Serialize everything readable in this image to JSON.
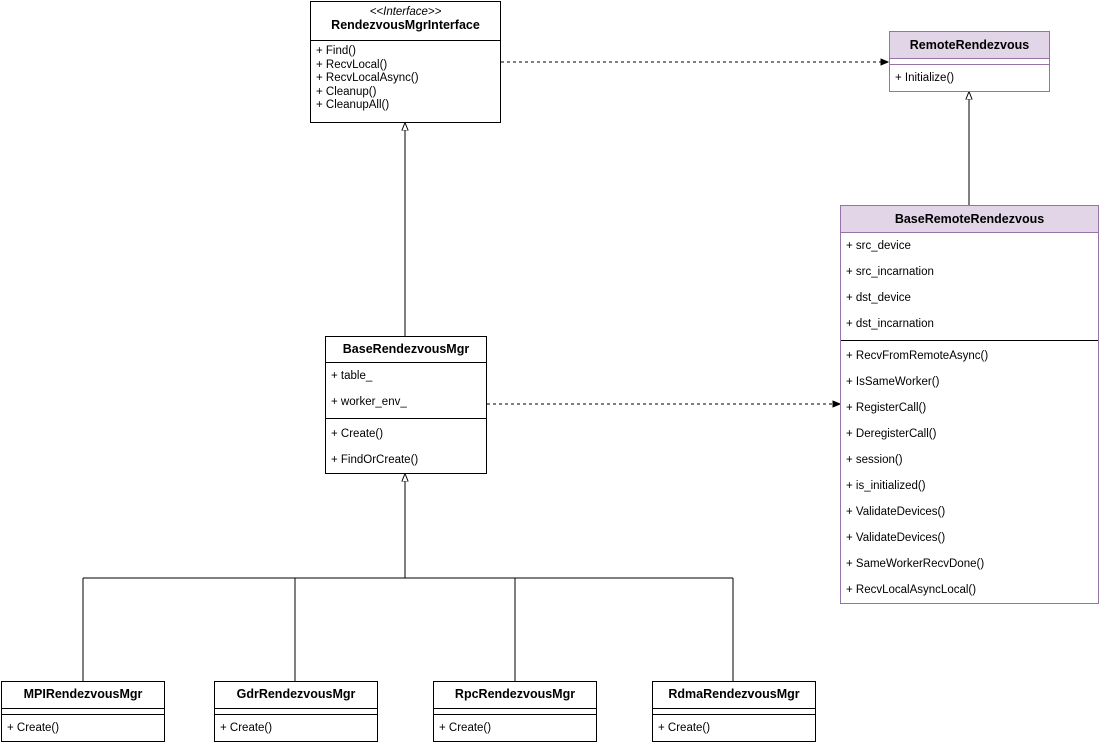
{
  "interface": {
    "stereotype": "<<Interface>>",
    "name": "RendezvousMgrInterface",
    "methods": [
      "+ Find()",
      "+ RecvLocal()",
      "+ RecvLocalAsync()",
      "+ Cleanup()",
      "+ CleanupAll()"
    ]
  },
  "remote_rendezvous": {
    "name": "RemoteRendezvous",
    "methods": [
      "+ Initialize()"
    ]
  },
  "base_remote_rendezvous": {
    "name": "BaseRemoteRendezvous",
    "fields": [
      "+ src_device",
      "+ src_incarnation",
      "+ dst_device",
      "+ dst_incarnation"
    ],
    "methods": [
      "+ RecvFromRemoteAsync()",
      "+ IsSameWorker()",
      "+ RegisterCall()",
      "+ DeregisterCall()",
      "+ session()",
      "+ is_initialized()",
      "+ ValidateDevices()",
      "+ ValidateDevices()",
      "+ SameWorkerRecvDone()",
      "+ RecvLocalAsyncLocal()"
    ]
  },
  "base_rendezvous_mgr": {
    "name": "BaseRendezvousMgr",
    "fields": [
      "+ table_",
      "+ worker_env_"
    ],
    "methods": [
      "+ Create()",
      "+ FindOrCreate()"
    ]
  },
  "mpi_rendezvous_mgr": {
    "name": "MPIRendezvousMgr",
    "methods": [
      "+ Create()"
    ]
  },
  "gdr_rendezvous_mgr": {
    "name": "GdrRendezvousMgr",
    "methods": [
      "+ Create()"
    ]
  },
  "rpc_rendezvous_mgr": {
    "name": "RpcRendezvousMgr",
    "methods": [
      "+ Create()"
    ]
  },
  "rdma_rendezvous_mgr": {
    "name": "RdmaRendezvousMgr",
    "methods": [
      "+ Create()"
    ]
  },
  "colors": {
    "highlight_fill": "#e1d5e7",
    "highlight_stroke": "#9673a6",
    "line": "#000000"
  }
}
